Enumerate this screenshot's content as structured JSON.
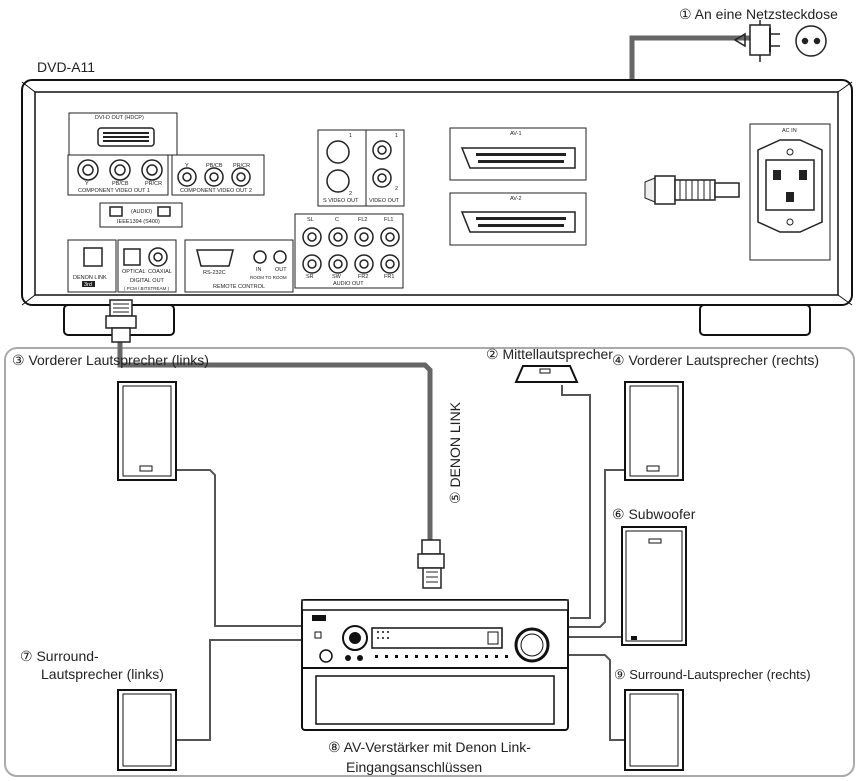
{
  "title": "DVD-A11",
  "labels": {
    "power": "① An eine Netzsteckdose",
    "center": "② Mittellautsprecher",
    "front_left": "③ Vorderer Lautsprecher (links)",
    "front_right": "④ Vorderer Lautsprecher (rechts)",
    "denon_link": "⑤ DENON LINK",
    "subwoofer": "⑥ Subwoofer",
    "surround_left_1": "⑦ Surround-",
    "surround_left_2": "Lautsprecher (links)",
    "amplifier_1": "⑧ AV-Verstärker mit Denon Link-",
    "amplifier_2": "Eingangsanschlüssen",
    "surround_right": "⑨ Surround-Lautsprecher (rechts)"
  },
  "panel": {
    "dvid": "DVI-D OUT (HDCP)",
    "comp1": "COMPONENT VIDEO OUT 1",
    "comp2": "COMPONENT VIDEO OUT 2",
    "y": "Y",
    "pb": "PB/CB",
    "pr": "PR/CR",
    "ieee_audio": "(AUDIO)",
    "ieee": "IEEE1394 (S400)",
    "denon_link": "DENON LINK",
    "denon_link_sub": "3rd",
    "optical": "OPTICAL",
    "coaxial": "COAXIAL",
    "digital_out": "DIGITAL OUT",
    "digital_out_sub": "( PCM / BITSTREAM )",
    "rs232c": "RS-232C",
    "in": "IN",
    "out": "OUT",
    "room": "ROOM TO ROOM",
    "remote": "REMOTE CONTROL",
    "svideo": "S VIDEO OUT",
    "video": "VIDEO OUT",
    "sv1": "1",
    "sv2": "2",
    "sl": "SL",
    "c": "C",
    "fl2": "FL2",
    "fl1": "FL1",
    "sr": "SR",
    "sw": "SW",
    "fr2": "FR2",
    "fr1": "FR1",
    "audio_out": "AUDIO OUT",
    "av1": "AV-1",
    "av2": "AV-2",
    "acin": "AC IN"
  }
}
